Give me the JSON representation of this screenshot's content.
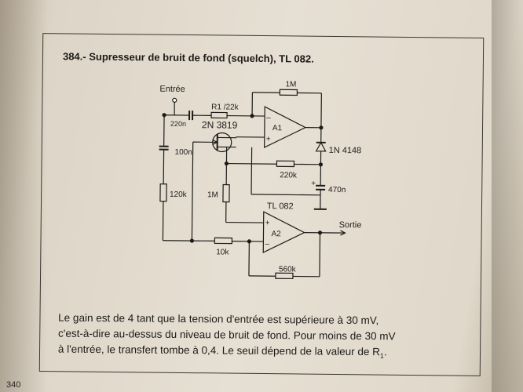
{
  "page": {
    "title": "384.- Supresseur de bruit de fond (squelch), TL 082.",
    "page_number": "340"
  },
  "schematic": {
    "input_label": "Entrée",
    "output_label": "Sortie",
    "c_in": "220n",
    "r1": "R1 /22k",
    "r_feedback_a1": "1M",
    "opamp_1": "A1",
    "opamp_2": "A2",
    "fet": "2N 3819",
    "diode": "1N 4148",
    "c_100n": "100n",
    "r_120k": "120k",
    "r_220k": "220k",
    "c_470n": "470n",
    "r_1m_gate": "1M",
    "ic": "TL 082",
    "r_10k": "10k",
    "r_560k": "560k"
  },
  "caption": {
    "line1": "Le gain est de 4 tant que la tension d'entrée est supérieure à 30 mV,",
    "line2": "c'est-à-dire au-dessus du niveau de bruit de fond. Pour moins de 30 mV",
    "line3": "à l'entrée, le transfert tombe à 0,4. Le seuil dépend de la valeur de R",
    "line3_sub": "1",
    "line3_end": "."
  }
}
